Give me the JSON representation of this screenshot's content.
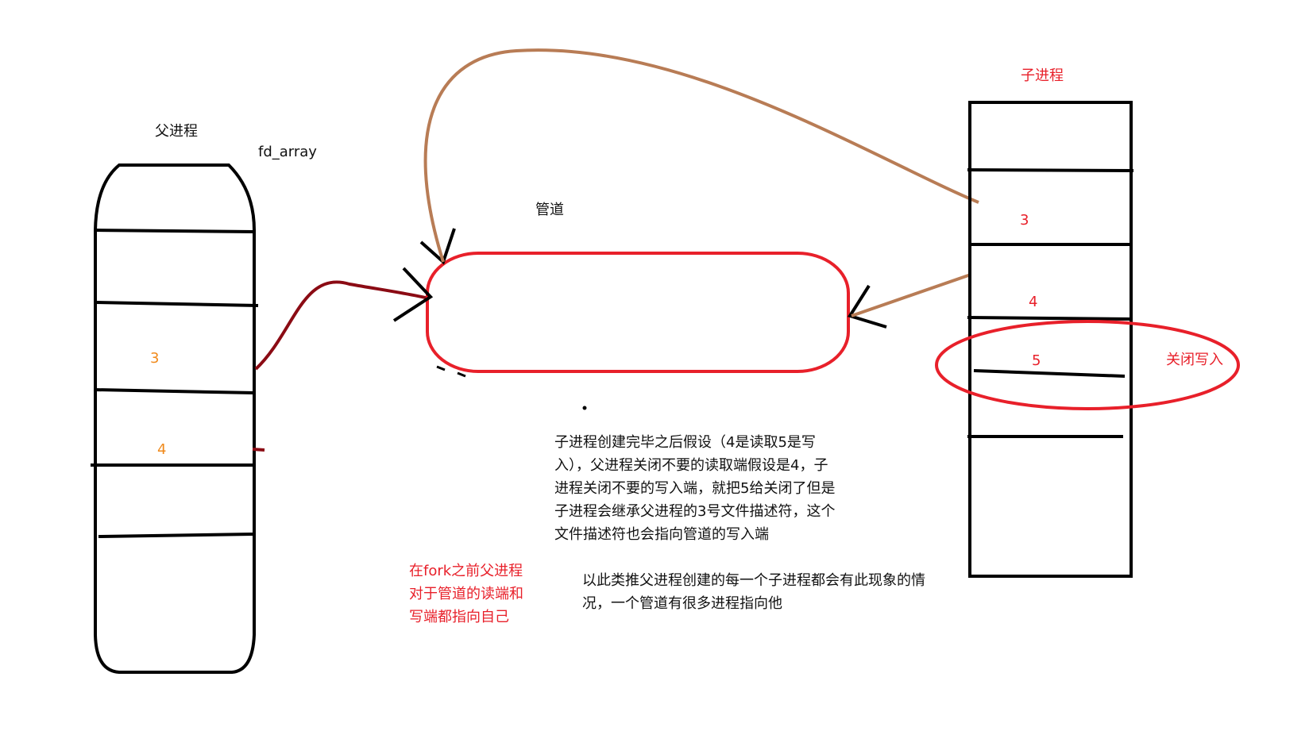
{
  "labels": {
    "parent_title": "父进程",
    "fd_array": "fd_array",
    "pipe_title": "管道",
    "child_title": "子进程",
    "close_write": "关闭写入",
    "parent_fd3": "3",
    "parent_fd4": "4",
    "child_fd3": "3",
    "child_fd4": "4",
    "child_fd5": "5"
  },
  "notes": {
    "main_lines": [
      "子进程创建完毕之后假设（4是读取5是写",
      "入），父进程关闭不要的读取端假设是4，子",
      "进程关闭不要的写入端，就把5给关闭了但是",
      "子进程会继承父进程的3号文件描述符，这个",
      "文件描述符也会指向管道的写入端"
    ],
    "fork_lines": [
      "在fork之前父进程",
      "对于管道的读端和",
      "写端都指向自己"
    ],
    "analogy_lines": [
      "以此类推父进程创建的每一个子进程都会有此现象的情",
      "况，一个管道有很多进程指向他"
    ]
  },
  "colors": {
    "ink": "#000000",
    "red": "#e8202a",
    "orange": "#f08a1c",
    "dark_red": "#8b0b14",
    "brown": "#b87c55"
  }
}
